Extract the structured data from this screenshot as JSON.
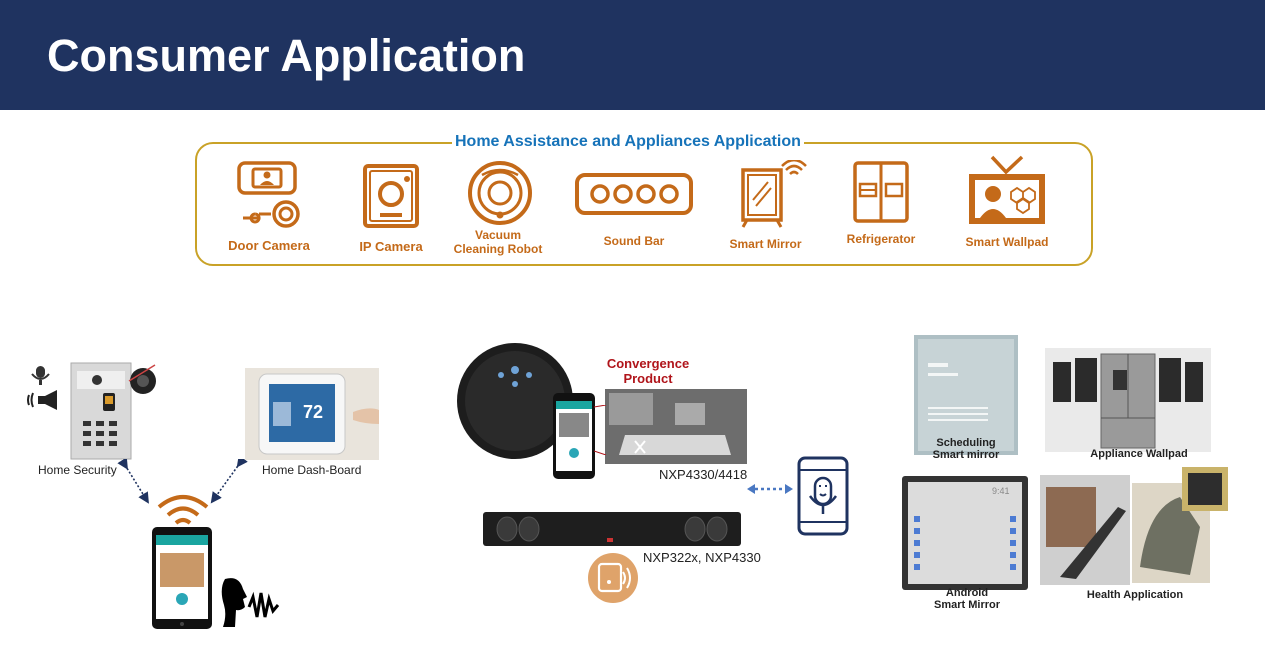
{
  "header": {
    "title": "Consumer Application"
  },
  "appliances": {
    "title": "Home Assistance and Appliances  Application",
    "items": [
      {
        "label": "Door Camera"
      },
      {
        "label": "IP Camera"
      },
      {
        "label": "Vacuum Cleaning Robot",
        "line1": "Vacuum",
        "line2": "Cleaning Robot"
      },
      {
        "label": "Sound Bar"
      },
      {
        "label": "Smart Mirror"
      },
      {
        "label": "Refrigerator"
      },
      {
        "label": "Smart Wallpad"
      }
    ]
  },
  "left": {
    "home_security": "Home Security",
    "dashboard": "Home Dash-Board",
    "thermostat_value": "72"
  },
  "center": {
    "convergence_line1": "Convergence",
    "convergence_line2": "Product",
    "chip1": "NXP4330/4418",
    "chip2": "NXP322x, NXP4330"
  },
  "right": {
    "scheduling_line1": "Scheduling",
    "scheduling_line2": "Smart mirror",
    "appliance_wallpad": "Appliance Wallpad",
    "android_line1": "Android",
    "android_line2": "Smart Mirror",
    "health": "Health  Application",
    "tablet_time": "9:41"
  },
  "colors": {
    "header_bg": "#1f3360",
    "icon_orange": "#c46a19",
    "box_border": "#c9a227",
    "title_blue": "#1673b9",
    "accent_red": "#b0141a",
    "arrow_blue": "#4a78c2"
  }
}
